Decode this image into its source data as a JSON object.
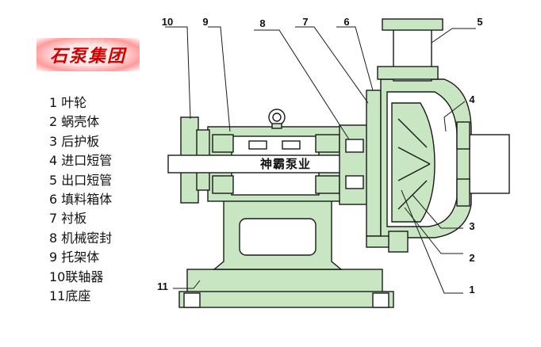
{
  "logo_text": "石泵集团",
  "watermark_text": "神霸泵业",
  "legend": [
    "1 叶轮",
    "2 蜗壳体",
    "3 后护板",
    "4 进口短管",
    "5 出口短管",
    "6 填料箱体",
    "7 衬板",
    "8 机械密封",
    "9 托架体",
    "10联轴器",
    "11底座"
  ],
  "callouts": {
    "c10": "10",
    "c9": "9",
    "c8": "8",
    "c7": "7",
    "c6": "6",
    "c5": "5",
    "c4": "4",
    "c3": "3",
    "c2": "2",
    "c1": "1",
    "c11": "11"
  },
  "colors": {
    "part_fill": "#c9e6c2",
    "line": "#1a1a1a",
    "logo_text": "#d40000"
  }
}
